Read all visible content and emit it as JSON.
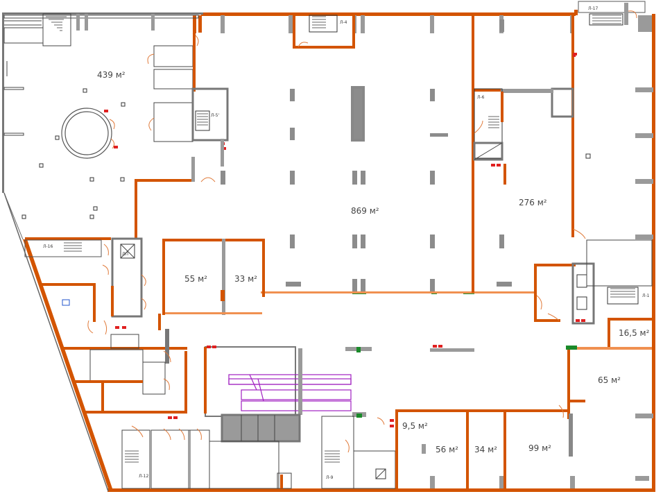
{
  "colors": {
    "outer_wall": "#d35400",
    "partition": "#e0762a",
    "structure": "#8c8c8c",
    "escalator": "#a020c0",
    "hydrant": "#e02020",
    "green_door": "#1a8a2a"
  },
  "areas": {
    "a439": "439 м²",
    "a869": "869 м²",
    "a276": "276 м²",
    "a55": "55 м²",
    "a33": "33 м²",
    "a16_5": "16,5 м²",
    "a65": "65 м²",
    "a9_5": "9,5 м²",
    "a56": "56 м²",
    "a34": "34 м²",
    "a99": "99 м²"
  },
  "stairs": {
    "l1": "Л-1",
    "l4": "Л-4",
    "l6": "Л-6",
    "l9": "Л-9",
    "l12": "Л-12",
    "l16": "Л-16",
    "l17": "Л-17",
    "l5": "Л-5'"
  },
  "lift_label": "ЛП"
}
